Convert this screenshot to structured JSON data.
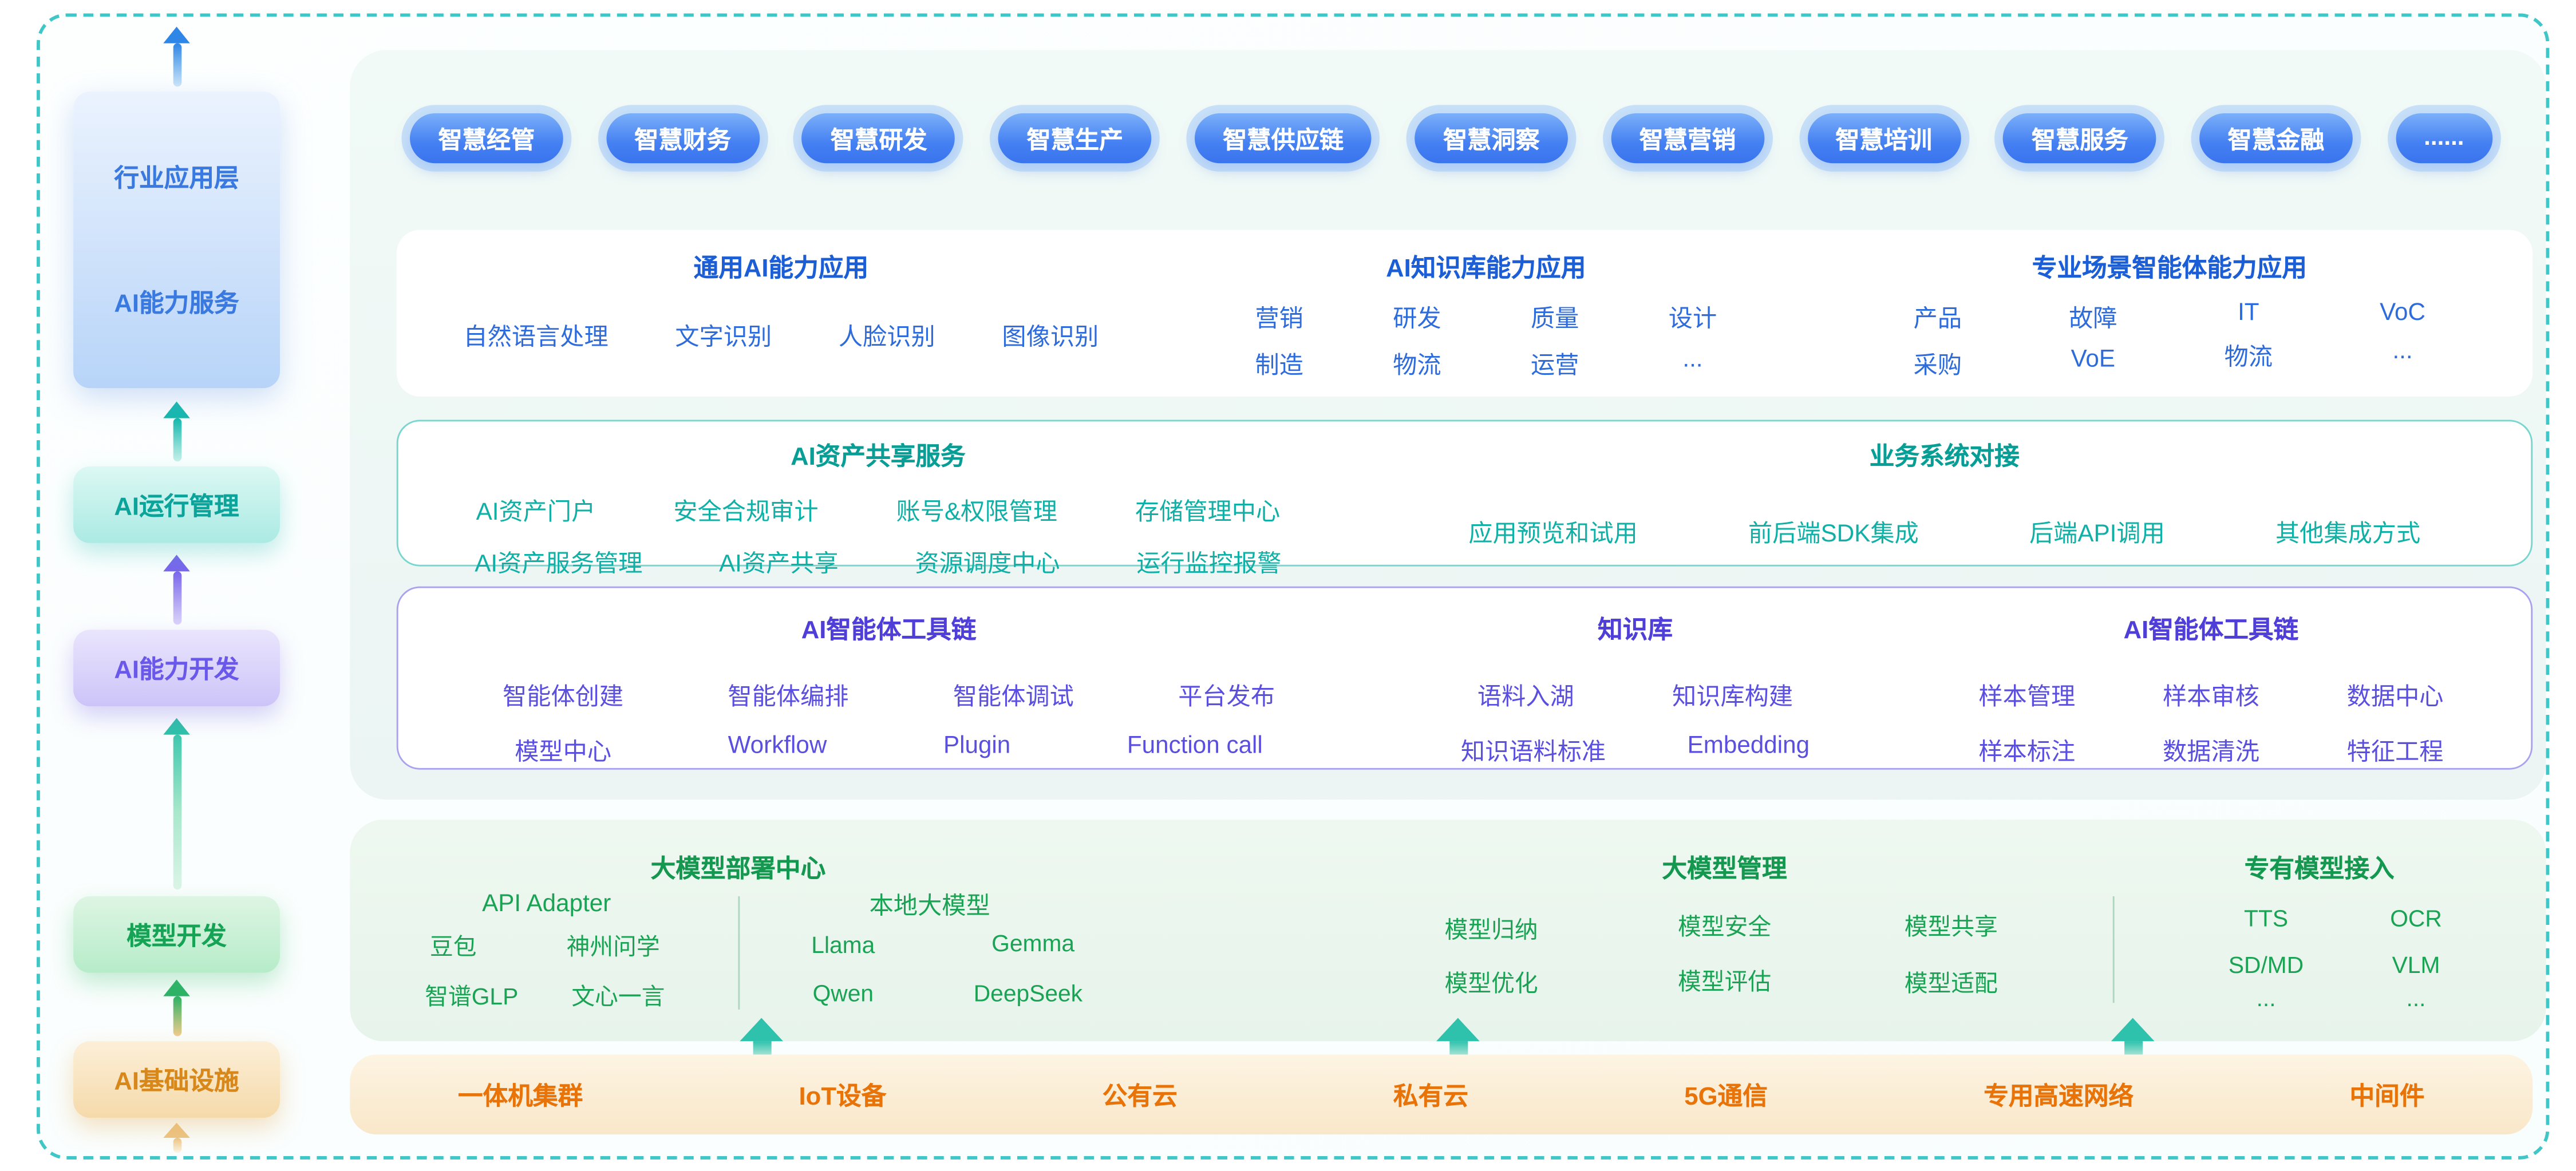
{
  "colors": {
    "accent_blue": "#2e6bdb",
    "accent_teal": "#10b0a6",
    "accent_purple": "#5b4fe0",
    "accent_green": "#1ba355",
    "accent_orange": "#e87308",
    "frame_dash": "#40c6c6"
  },
  "sidebar": {
    "top_layer": {
      "label1": "行业应用层",
      "label2": "AI能力服务"
    },
    "run": "AI运行管理",
    "dev": "AI能力开发",
    "model": "模型开发",
    "infra": "AI基础设施"
  },
  "pills": [
    "智慧经管",
    "智慧财务",
    "智慧研发",
    "智慧生产",
    "智慧供应链",
    "智慧洞察",
    "智慧营销",
    "智慧培训",
    "智慧服务",
    "智慧金融",
    "......"
  ],
  "capability_card": {
    "general": {
      "title": "通用AI能力应用",
      "items": [
        "自然语言处理",
        "文字识别",
        "人脸识别",
        "图像识别"
      ]
    },
    "knowledge": {
      "title": "AI知识库能力应用",
      "columns": [
        [
          "营销",
          "制造"
        ],
        [
          "研发",
          "物流"
        ],
        [
          "质量",
          "运营"
        ],
        [
          "设计",
          "..."
        ]
      ]
    },
    "scenario": {
      "title": "专业场景智能体能力应用",
      "columns": [
        [
          "产品",
          "采购"
        ],
        [
          "故障",
          "VoE"
        ],
        [
          "IT",
          "物流"
        ],
        [
          "VoC",
          "..."
        ]
      ]
    }
  },
  "asset_card": {
    "share": {
      "title": "AI资产共享服务",
      "row1": [
        "AI资产门户",
        "安全合规审计",
        "账号&权限管理",
        "存储管理中心"
      ],
      "row2": [
        "AI资产服务管理",
        "AI资产共享",
        "资源调度中心",
        "运行监控报警"
      ]
    },
    "integration": {
      "title": "业务系统对接",
      "items": [
        "应用预览和试用",
        "前后端SDK集成",
        "后端API调用",
        "其他集成方式"
      ]
    }
  },
  "agent_card": {
    "toolchain_left": {
      "title": "AI智能体工具链",
      "row1": [
        "智能体创建",
        "智能体编排",
        "智能体调试",
        "平台发布"
      ],
      "row2": [
        "模型中心",
        "Workflow",
        "Plugin",
        "Function call"
      ]
    },
    "kb": {
      "title": "知识库",
      "row1": [
        "语料入湖",
        "知识库构建"
      ],
      "row2": [
        "知识语料标准",
        "Embedding"
      ]
    },
    "toolchain_right": {
      "title": "AI智能体工具链",
      "row1": [
        "样本管理",
        "样本审核",
        "数据中心"
      ],
      "row2": [
        "样本标注",
        "数据清洗",
        "特征工程"
      ]
    }
  },
  "model_panel": {
    "deploy": {
      "title": "大模型部署中心",
      "api_adapter": {
        "title": "API Adapter",
        "items": [
          "豆包",
          "神州问学",
          "智谱GLP",
          "文心一言"
        ]
      },
      "local": {
        "title": "本地大模型",
        "items": [
          "Llama",
          "Gemma",
          "Qwen",
          "DeepSeek"
        ]
      }
    },
    "manage": {
      "title": "大模型管理",
      "row1": [
        "模型归纳",
        "模型安全",
        "模型共享"
      ],
      "row2": [
        "模型优化",
        "模型评估",
        "模型适配"
      ]
    },
    "proprietary": {
      "title": "专有模型接入",
      "row1": [
        "TTS",
        "OCR"
      ],
      "row2": [
        "SD/MD",
        "VLM"
      ],
      "row3": [
        "...",
        "..."
      ]
    }
  },
  "infra_bar": {
    "items": [
      "一体机集群",
      "IoT设备",
      "公有云",
      "私有云",
      "5G通信",
      "专用高速网络",
      "中间件"
    ]
  }
}
